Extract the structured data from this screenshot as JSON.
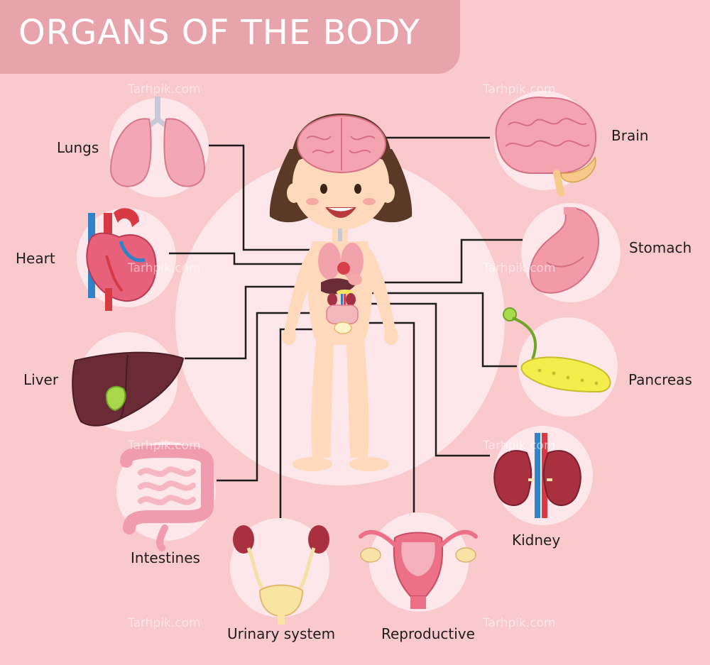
{
  "title": "ORGANS OF THE BODY",
  "watermark": "Tarhpik.com",
  "colors": {
    "background": "#f9c9cc",
    "title_band": "#e8a4ab",
    "circle": "#fde7ea",
    "line": "#1d1d1d"
  },
  "organs": [
    {
      "key": "lungs",
      "label": "Lungs",
      "icon": "lungs-icon"
    },
    {
      "key": "heart",
      "label": "Heart",
      "icon": "heart-icon"
    },
    {
      "key": "liver",
      "label": "Liver",
      "icon": "liver-icon"
    },
    {
      "key": "intestines",
      "label": "Intestines",
      "icon": "intestines-icon"
    },
    {
      "key": "urinary",
      "label": "Urinary system",
      "icon": "urinary-system-icon"
    },
    {
      "key": "reproductive",
      "label": "Reproductive",
      "icon": "reproductive-icon"
    },
    {
      "key": "kidney",
      "label": "Kidney",
      "icon": "kidney-icon"
    },
    {
      "key": "pancreas",
      "label": "Pancreas",
      "icon": "pancreas-icon"
    },
    {
      "key": "stomach",
      "label": "Stomach",
      "icon": "stomach-icon"
    },
    {
      "key": "brain",
      "label": "Brain",
      "icon": "brain-icon"
    }
  ]
}
